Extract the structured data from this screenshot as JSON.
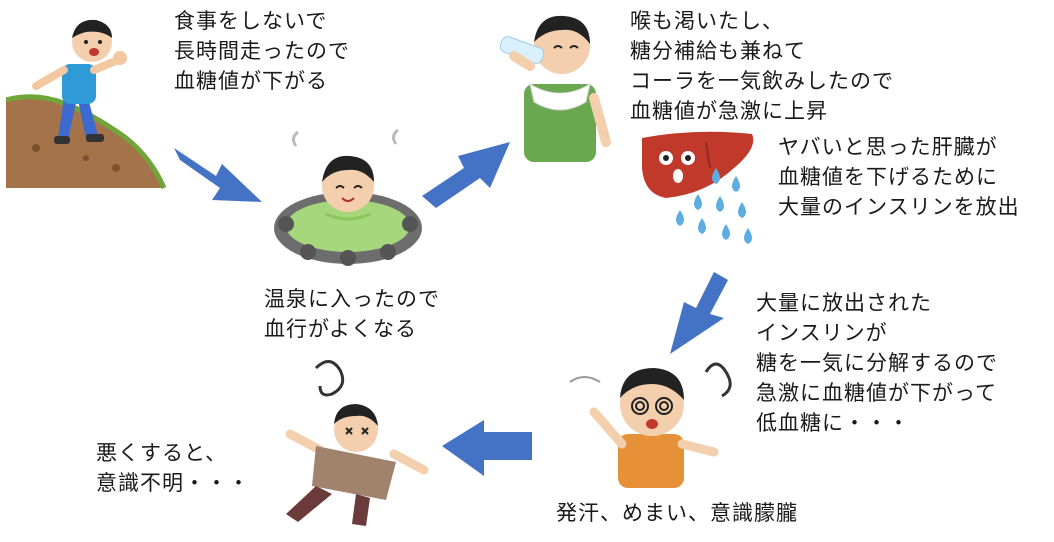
{
  "steps": [
    {
      "lines": [
        "食事をしないで",
        "長時間走ったので",
        "血糖値が下がる"
      ]
    },
    {
      "lines": [
        "温泉に入ったので",
        "血行がよくなる"
      ]
    },
    {
      "lines": [
        "喉も渇いたし、",
        "糖分補給も兼ねて",
        "コーラを一気飲みしたので",
        "血糖値が急激に上昇"
      ]
    },
    {
      "lines": [
        "ヤバいと思った肝臓が",
        "血糖値を下げるために",
        "大量のインスリンを放出"
      ]
    },
    {
      "lines": [
        "大量に放出された",
        "インスリンが",
        "糖を一気に分解するので",
        "急激に血糖値が下がって",
        "低血糖に・・・"
      ]
    },
    {
      "lines": [
        "発汗、めまい、意識朦朧"
      ]
    },
    {
      "lines": [
        "悪くすると、",
        "意識不明・・・"
      ]
    }
  ],
  "colors": {
    "arrow": "#4472c4",
    "text": "#1a1a1a"
  },
  "illustrations": [
    "runner-on-hill",
    "man-in-hot-spring",
    "man-drinking-bottle",
    "liver-with-insulin-drops",
    "dizzy-sweating-man",
    "fainted-man"
  ]
}
